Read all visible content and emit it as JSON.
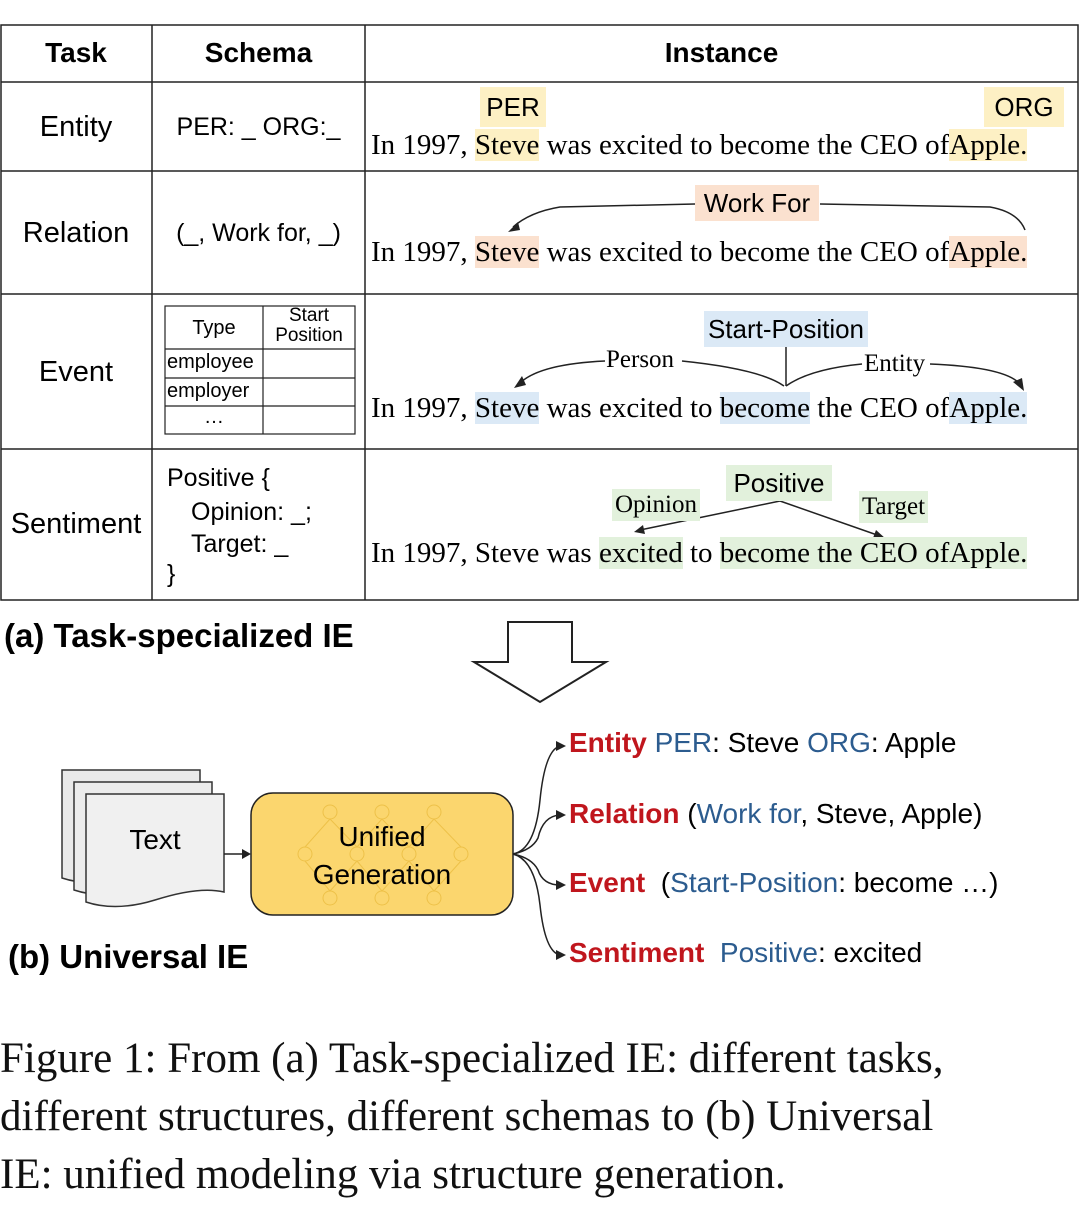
{
  "table": {
    "headers": {
      "task": "Task",
      "schema": "Schema",
      "instance": "Instance"
    },
    "sentence": {
      "prefix": "In 1997,",
      "steve": "Steve",
      "was": "was",
      "excited": "excited",
      "to": "to",
      "become": "become",
      "the_ceo_of": "the CEO of",
      "apple": "Apple."
    },
    "rows": {
      "entity": {
        "task": "Entity",
        "schema": "PER: _ ORG:_",
        "label_per": "PER",
        "label_org": "ORG"
      },
      "relation": {
        "task": "Relation",
        "schema": "(_, Work for, _)",
        "label": "Work For"
      },
      "event": {
        "task": "Event",
        "schema_table": {
          "col1": "Type",
          "col2_line1": "Start",
          "col2_line2": "Position",
          "rows": [
            "employee",
            "employer",
            "…"
          ]
        },
        "trigger_label": "Start-Position",
        "arg_person": "Person",
        "arg_entity": "Entity"
      },
      "sentiment": {
        "task": "Sentiment",
        "schema_lines": [
          "Positive {",
          "Opinion: _;",
          "Target: _",
          "}"
        ],
        "polarity": "Positive",
        "opinion": "Opinion",
        "target": "Target"
      }
    }
  },
  "part_a_label": "(a) Task-specialized IE",
  "part_b_label": "(b) Universal IE",
  "diagram": {
    "text_doc": "Text",
    "model_line1": "Unified",
    "model_line2": "Generation",
    "outputs": {
      "entity": {
        "task": "Entity",
        "k1": "PER",
        "s1": ": Steve ",
        "k2": "ORG",
        "s2": ": Apple"
      },
      "relation": {
        "task": "Relation",
        "p1": " (",
        "k1": "Work for",
        "rest": ", Steve, Apple)"
      },
      "event": {
        "task": "Event",
        "p1": "  (",
        "k1": "Start-Position",
        "rest": ": become …)"
      },
      "sentiment": {
        "task": "Sentiment",
        "p1": "  ",
        "k1": "Positive",
        "rest": ": excited"
      }
    }
  },
  "caption_lines": [
    "Figure 1: From (a) Task-specialized IE: different tasks,",
    "different structures, different schemas to (b) Universal",
    "IE: unified modeling via structure generation."
  ],
  "colors": {
    "entity_highlight": "#fdf0c4",
    "relation_highlight": "#fbe1cf",
    "event_highlight": "#dbe9f6",
    "sentiment_highlight": "#e2f1dc",
    "model_fill": "#fbd66e",
    "task_red": "#c0161d",
    "key_blue": "#2c5c8f"
  }
}
